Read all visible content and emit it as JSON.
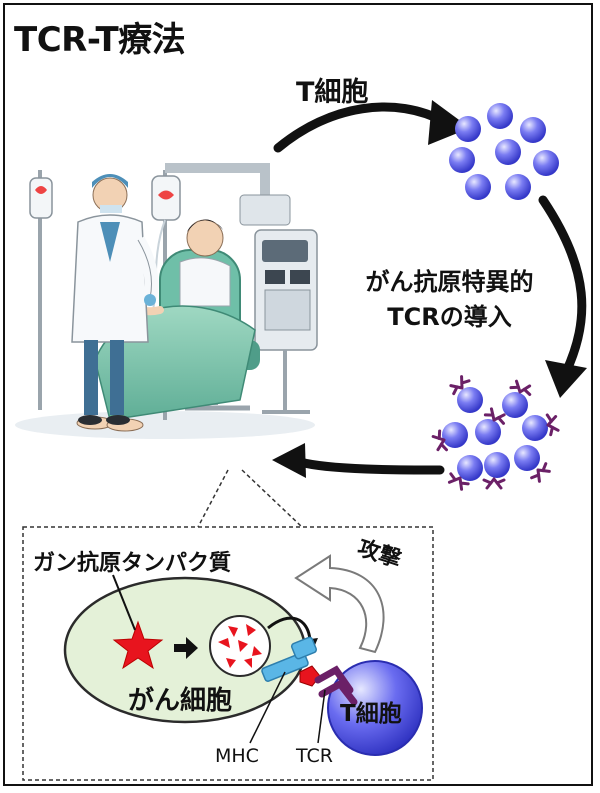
{
  "title": "TCR-T療法",
  "labels": {
    "t_cell_top": "T細胞",
    "step_line1": "がん抗原特異的",
    "step_line2": "TCRの導入",
    "antigen_protein": "ガン抗原タンパク質",
    "attack": "攻撃",
    "cancer_cell": "がん細胞",
    "t_cell_inset": "T細胞",
    "mhc": "MHC",
    "tcr": "TCR"
  },
  "colors": {
    "cell_blue": "#5a5ce8",
    "receptor_purple": "#7a2a7a",
    "cancer_green": "#e4f1d8",
    "antigen_red": "#e8141e",
    "mhc_blue": "#5ab6e6",
    "arrow_black": "#111111"
  },
  "icons": {
    "therapy_scene": "patient-infusion-illustration",
    "cycle_arrows": "curved-arrow-icon",
    "attack_arrow": "curved-hollow-arrow-icon"
  }
}
